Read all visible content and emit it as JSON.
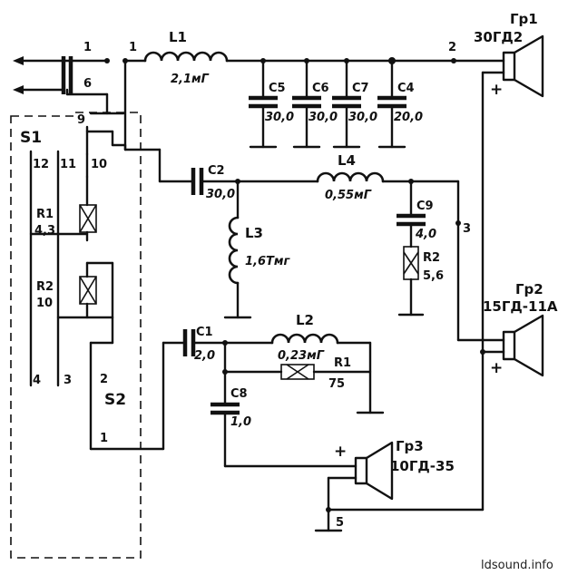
{
  "nodes": {
    "n1": "1",
    "n1b": "1",
    "n2": "2",
    "n3": "3",
    "n5": "5",
    "n6": "6"
  },
  "switch_s1": {
    "label": "S1",
    "contacts": {
      "c9": "9",
      "c10": "10",
      "c11": "11",
      "c12": "12",
      "c3": "3",
      "c4": "4"
    }
  },
  "switch_s2": {
    "label": "S2",
    "pin1": "1",
    "pin2": "2"
  },
  "inductors": {
    "L1": {
      "label": "L1",
      "value": "2,1мГ"
    },
    "L2": {
      "label": "L2",
      "value": "0,23мГ"
    },
    "L3": {
      "label": "L3",
      "value": "1,6Тмг"
    },
    "L4": {
      "label": "L4",
      "value": "0,55мГ"
    }
  },
  "capacitors": {
    "C1": {
      "label": "C1",
      "value": "2,0"
    },
    "C2": {
      "label": "C2",
      "value": "30,0"
    },
    "C4": {
      "label": "C4",
      "value": "20,0"
    },
    "C5": {
      "label": "C5",
      "value": "30,0"
    },
    "C6": {
      "label": "C6",
      "value": "30,0"
    },
    "C7": {
      "label": "C7",
      "value": "30,0"
    },
    "C8": {
      "label": "C8",
      "value": "1,0"
    },
    "C9": {
      "label": "C9",
      "value": "4,0"
    }
  },
  "resistors": {
    "R1": {
      "label": "R1",
      "value": "4,3"
    },
    "R2": {
      "label": "R2",
      "value": "10"
    },
    "R1b": {
      "label": "R1",
      "value": "75"
    },
    "R2b": {
      "label": "R2",
      "value": "5,6"
    }
  },
  "speakers": {
    "gr1": {
      "label": "Гр1",
      "model": "30ГД2"
    },
    "gr2": {
      "label": "Гр2",
      "model": "15ГД-11А"
    },
    "gr3": {
      "label": "Гр3",
      "model": "10ГД-35"
    }
  },
  "polarity_plus": "+",
  "watermark": "ldsound.info"
}
